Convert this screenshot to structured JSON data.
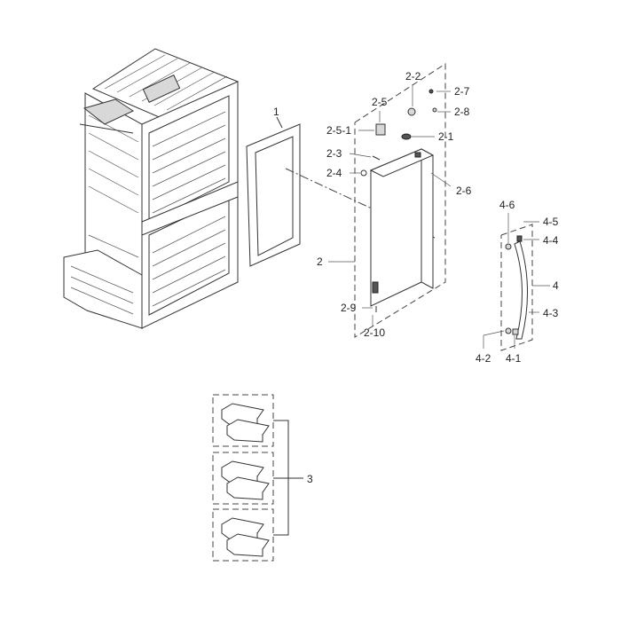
{
  "labels": {
    "gasket": "1",
    "door": "2",
    "bins": "3",
    "handle": "4",
    "p2_1": "2-1",
    "p2_2": "2-2",
    "p2_3": "2-3",
    "p2_4": "2-4",
    "p2_5": "2-5",
    "p2_5_1": "2-5-1",
    "p2_6": "2-6",
    "p2_7": "2-7",
    "p2_8": "2-8",
    "p2_9": "2-9",
    "p2_10": "2-10",
    "p4_1": "4-1",
    "p4_2": "4-2",
    "p4_3": "4-3",
    "p4_4": "4-4",
    "p4_5": "4-5",
    "p4_6": "4-6"
  }
}
